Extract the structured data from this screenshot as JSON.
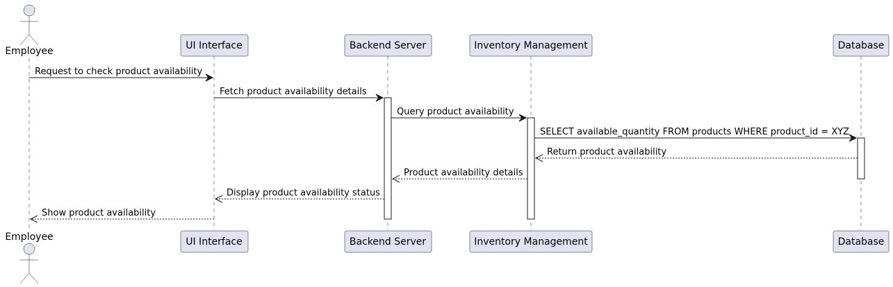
{
  "diagram": {
    "type": "sequence",
    "participants": [
      {
        "id": "employee",
        "label": "Employee",
        "kind": "actor"
      },
      {
        "id": "ui",
        "label": "UI Interface",
        "kind": "participant"
      },
      {
        "id": "backend",
        "label": "Backend Server",
        "kind": "participant"
      },
      {
        "id": "inventory",
        "label": "Inventory Management",
        "kind": "participant"
      },
      {
        "id": "database",
        "label": "Database",
        "kind": "participant"
      }
    ],
    "messages": [
      {
        "from": "employee",
        "to": "ui",
        "label": "Request to check product availability",
        "style": "sync"
      },
      {
        "from": "ui",
        "to": "backend",
        "label": "Fetch product availability details",
        "style": "sync"
      },
      {
        "from": "backend",
        "to": "inventory",
        "label": "Query product availability",
        "style": "sync"
      },
      {
        "from": "inventory",
        "to": "database",
        "label": "SELECT available_quantity FROM products WHERE product_id = XYZ",
        "style": "sync"
      },
      {
        "from": "database",
        "to": "inventory",
        "label": "Return product availability",
        "style": "reply"
      },
      {
        "from": "inventory",
        "to": "backend",
        "label": "Product availability details",
        "style": "reply"
      },
      {
        "from": "backend",
        "to": "ui",
        "label": "Display product availability status",
        "style": "reply"
      },
      {
        "from": "ui",
        "to": "employee",
        "label": "Show product availability",
        "style": "reply"
      }
    ]
  }
}
